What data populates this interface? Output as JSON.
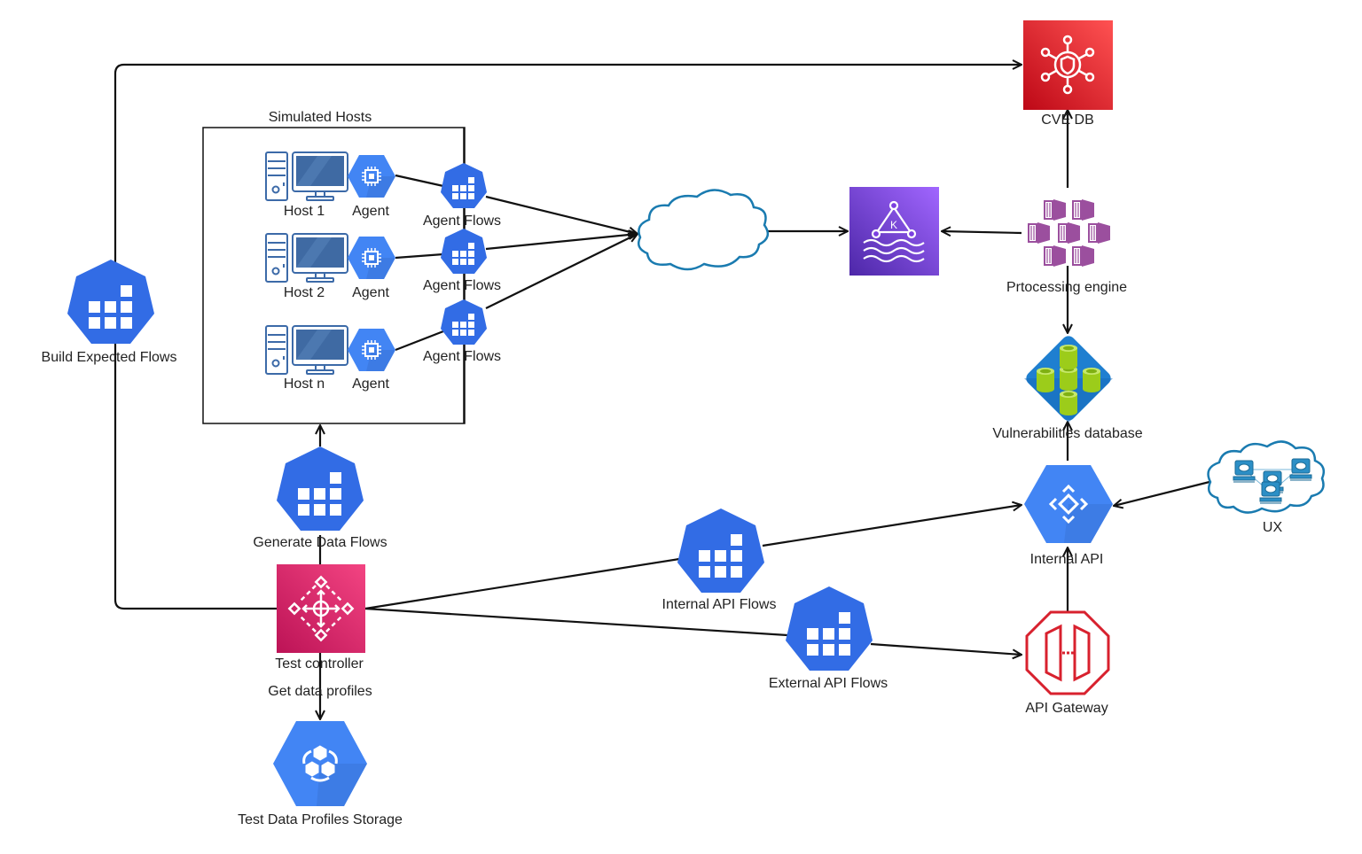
{
  "diagram": {
    "group": {
      "label": "Simulated Hosts"
    },
    "nodes": {
      "cve_db": {
        "label": "CVE DB",
        "icon": "shield-network-icon",
        "color": "#d8212e"
      },
      "kinesis": {
        "label": "",
        "icon": "kafka-stream-icon",
        "color": "#7b3fe0"
      },
      "processing_engine": {
        "label": "Prtocessing engine",
        "icon": "containers-cluster-icon",
        "color": "#9b4f9e"
      },
      "vuln_db": {
        "label": "Vulnerabilities database",
        "icon": "database-cluster-icon",
        "color": "#1f7fd0"
      },
      "internal_api": {
        "label": "Internal API",
        "icon": "api-endpoint-icon",
        "color": "#4285f4"
      },
      "ux": {
        "label": "UX",
        "icon": "network-cloud-icon",
        "color": "#1a7bb0"
      },
      "api_gateway": {
        "label": "API Gateway",
        "icon": "api-gateway-icon",
        "color": "#d8212e"
      },
      "internet": {
        "label": "",
        "icon": "cloud-icon",
        "color": "#1a7bb0"
      },
      "build_expected_flows": {
        "label": "Build Expected Flows",
        "icon": "flows-icon",
        "color": "#326ce5"
      },
      "generate_data_flows": {
        "label": "Generate Data Flows",
        "icon": "flows-icon",
        "color": "#326ce5"
      },
      "test_controller": {
        "label": "Test controller",
        "icon": "controller-icon",
        "color": "#d6226b"
      },
      "test_data_storage": {
        "label": "Test Data Profiles Storage",
        "icon": "storage-icon",
        "color": "#4285f4"
      },
      "internal_api_flows": {
        "label": "Internal API Flows",
        "icon": "flows-icon",
        "color": "#326ce5"
      },
      "external_api_flows": {
        "label": "External API Flows",
        "icon": "flows-icon",
        "color": "#326ce5"
      },
      "hosts": [
        {
          "label": "Host 1",
          "agent": "Agent",
          "flows": "Agent Flows"
        },
        {
          "label": "Host 2",
          "agent": "Agent",
          "flows": "Agent Flows"
        },
        {
          "label": "Host n",
          "agent": "Agent",
          "flows": "Agent Flows"
        }
      ]
    },
    "edges": {
      "get_data_profiles": "Get data profiles"
    }
  }
}
